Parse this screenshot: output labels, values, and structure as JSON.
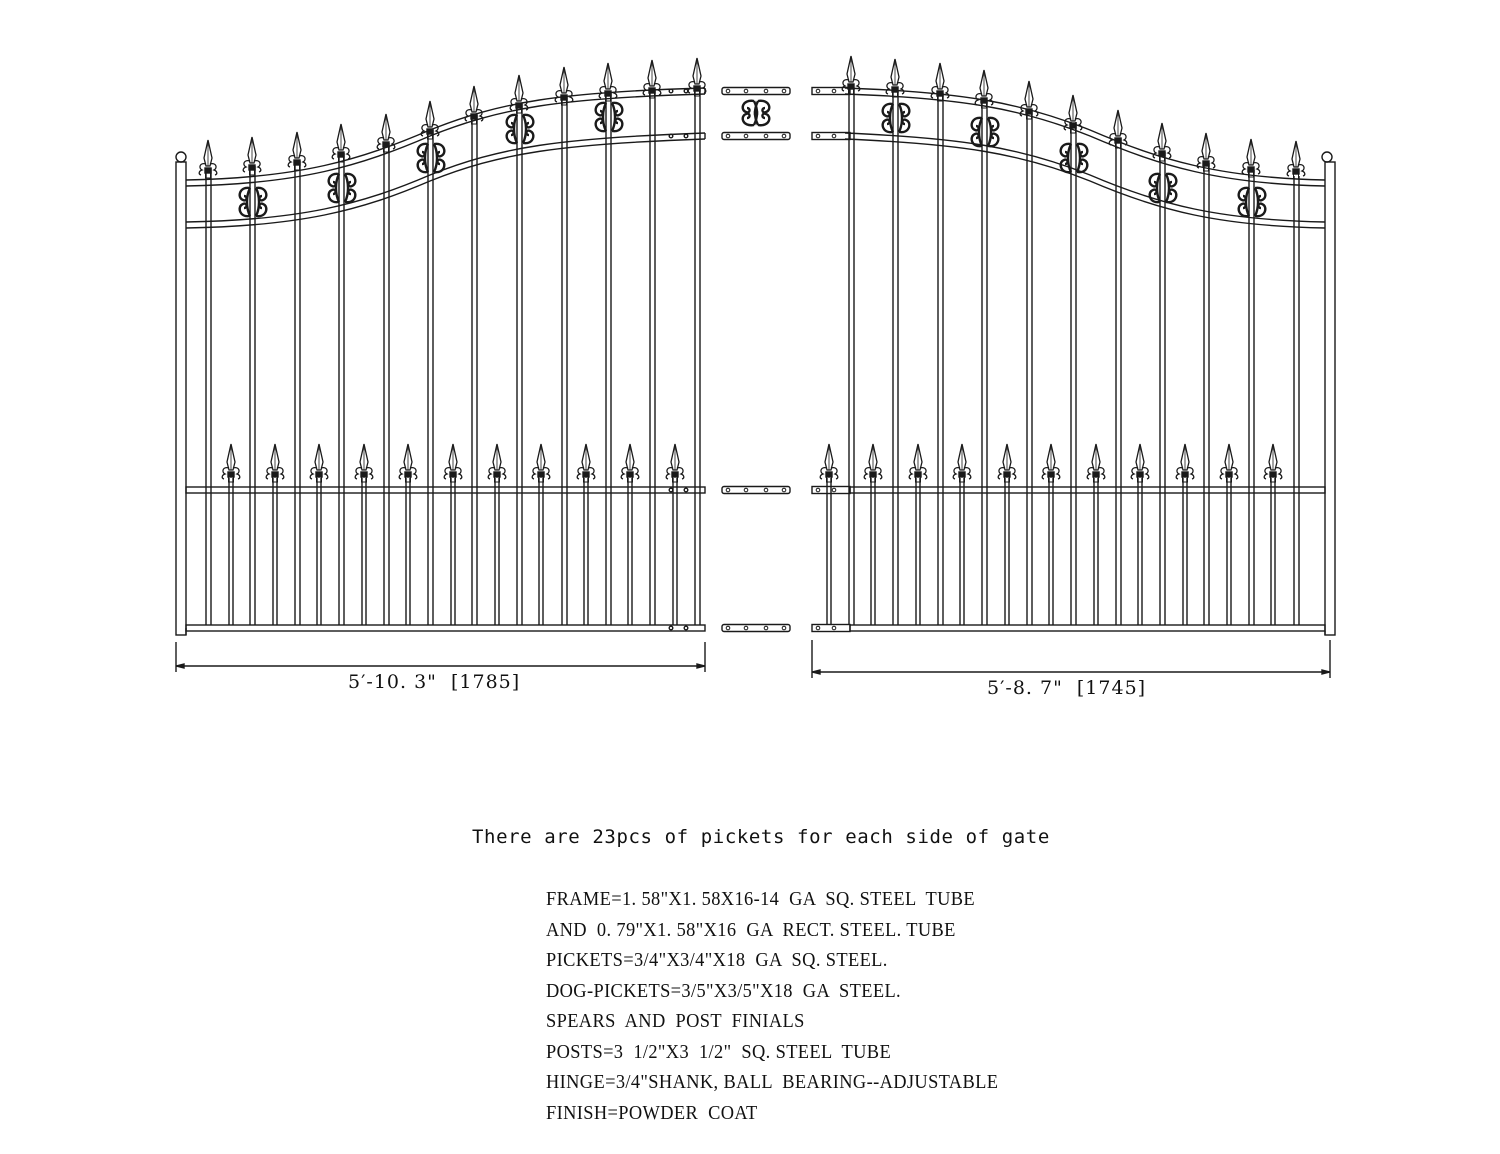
{
  "drawing": {
    "title": "Double swing driveway gate elevation",
    "stroke_color": "#1a1a1a",
    "background": "#ffffff",
    "left_gate": {
      "width_label": "5′-10. 3\"  [1785]",
      "width_imperial": "5'-10.3\"",
      "width_mm": 1785,
      "tall_picket_count_visible": 12,
      "dog_picket_spear_count": 11,
      "scroll_count": 5
    },
    "right_gate": {
      "width_label": "5′-8. 7\"  [1745]",
      "width_imperial": "5'-8.7\"",
      "width_mm": 1745,
      "tall_picket_count_visible": 11,
      "dog_picket_spear_count": 11,
      "scroll_count": 5
    },
    "hinge_brackets": 4,
    "center_scroll": 1
  },
  "notes": {
    "picket_note": "There are 23pcs of pickets for each side of gate",
    "specs": [
      "FRAME=1. 58\"X1. 58X16-14  GA  SQ. STEEL  TUBE",
      "AND  0. 79\"X1. 58\"X16  GA  RECT. STEEL. TUBE",
      "PICKETS=3/4\"X3/4\"X18  GA  SQ. STEEL.",
      "DOG-PICKETS=3/5\"X3/5\"X18  GA  STEEL.",
      "SPEARS  AND  POST  FINIALS",
      "POSTS=3  1/2\"X3  1/2\"  SQ. STEEL  TUBE",
      "HINGE=3/4\"SHANK, BALL  BEARING--ADJUSTABLE",
      "FINISH=POWDER  COAT"
    ]
  }
}
